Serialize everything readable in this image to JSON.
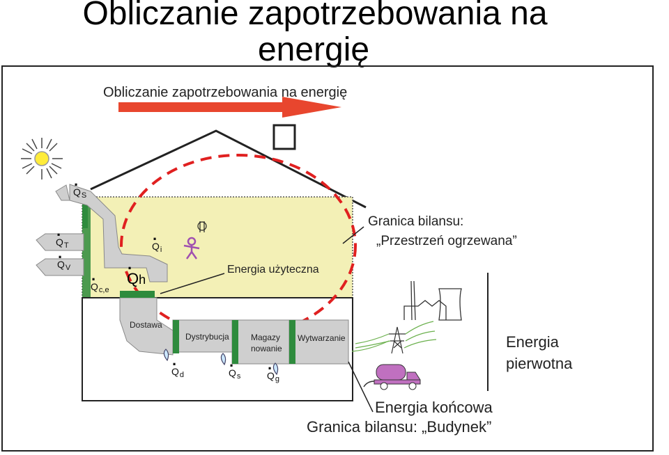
{
  "slide_title": {
    "line1": "Obliczanie zapotrzebowania na",
    "line2": "energię"
  },
  "diagram_heading": "Obliczanie zapotrzebowania na energię",
  "labels": {
    "qs_sun": {
      "q": "Q",
      "sub": "S"
    },
    "qt": {
      "q": "Q",
      "sub": "T"
    },
    "qv": {
      "q": "Q",
      "sub": "V"
    },
    "qce": {
      "q": "Q",
      "sub": "c,e"
    },
    "qi": {
      "q": "Q",
      "sub": "i"
    },
    "qh": {
      "q": "Q",
      "sub": "h"
    },
    "qd": {
      "q": "Q",
      "sub": "d"
    },
    "qs_storage": {
      "q": "Q",
      "sub": "s"
    },
    "qg": {
      "q": "Q",
      "sub": "g"
    },
    "useful_energy": "Energia użyteczna",
    "boundary_heated_line1": "Granica bilansu:",
    "boundary_heated_line2": "„Przestrzeń ogrzewana”",
    "supply": "Dostawa",
    "distribution": "Dystrybucja",
    "storage_line1": "Magazy",
    "storage_line2": "nowanie",
    "generation": "Wytwarzanie",
    "primary_energy_line1": "Energia",
    "primary_energy_line2": "pierwotna",
    "final_energy": "Energia końcowa",
    "boundary_building": "Granica bilansu: „Budynek”"
  },
  "colors": {
    "arrow_red": "#e8462e",
    "dashed_red": "#e02020",
    "heated_zone": "#f3f0b6",
    "duct_gray": "#cfcfcf",
    "wall_green": "#2e8b3d",
    "person_purple": "#a050b0",
    "truck_purple": "#c070c0",
    "power_green": "#6ab04c"
  },
  "icons": [
    "sun-icon",
    "person-icon",
    "lamp-icon",
    "power-plant-icon",
    "pylon-icon",
    "fuel-truck-icon",
    "water-drop-icon"
  ]
}
